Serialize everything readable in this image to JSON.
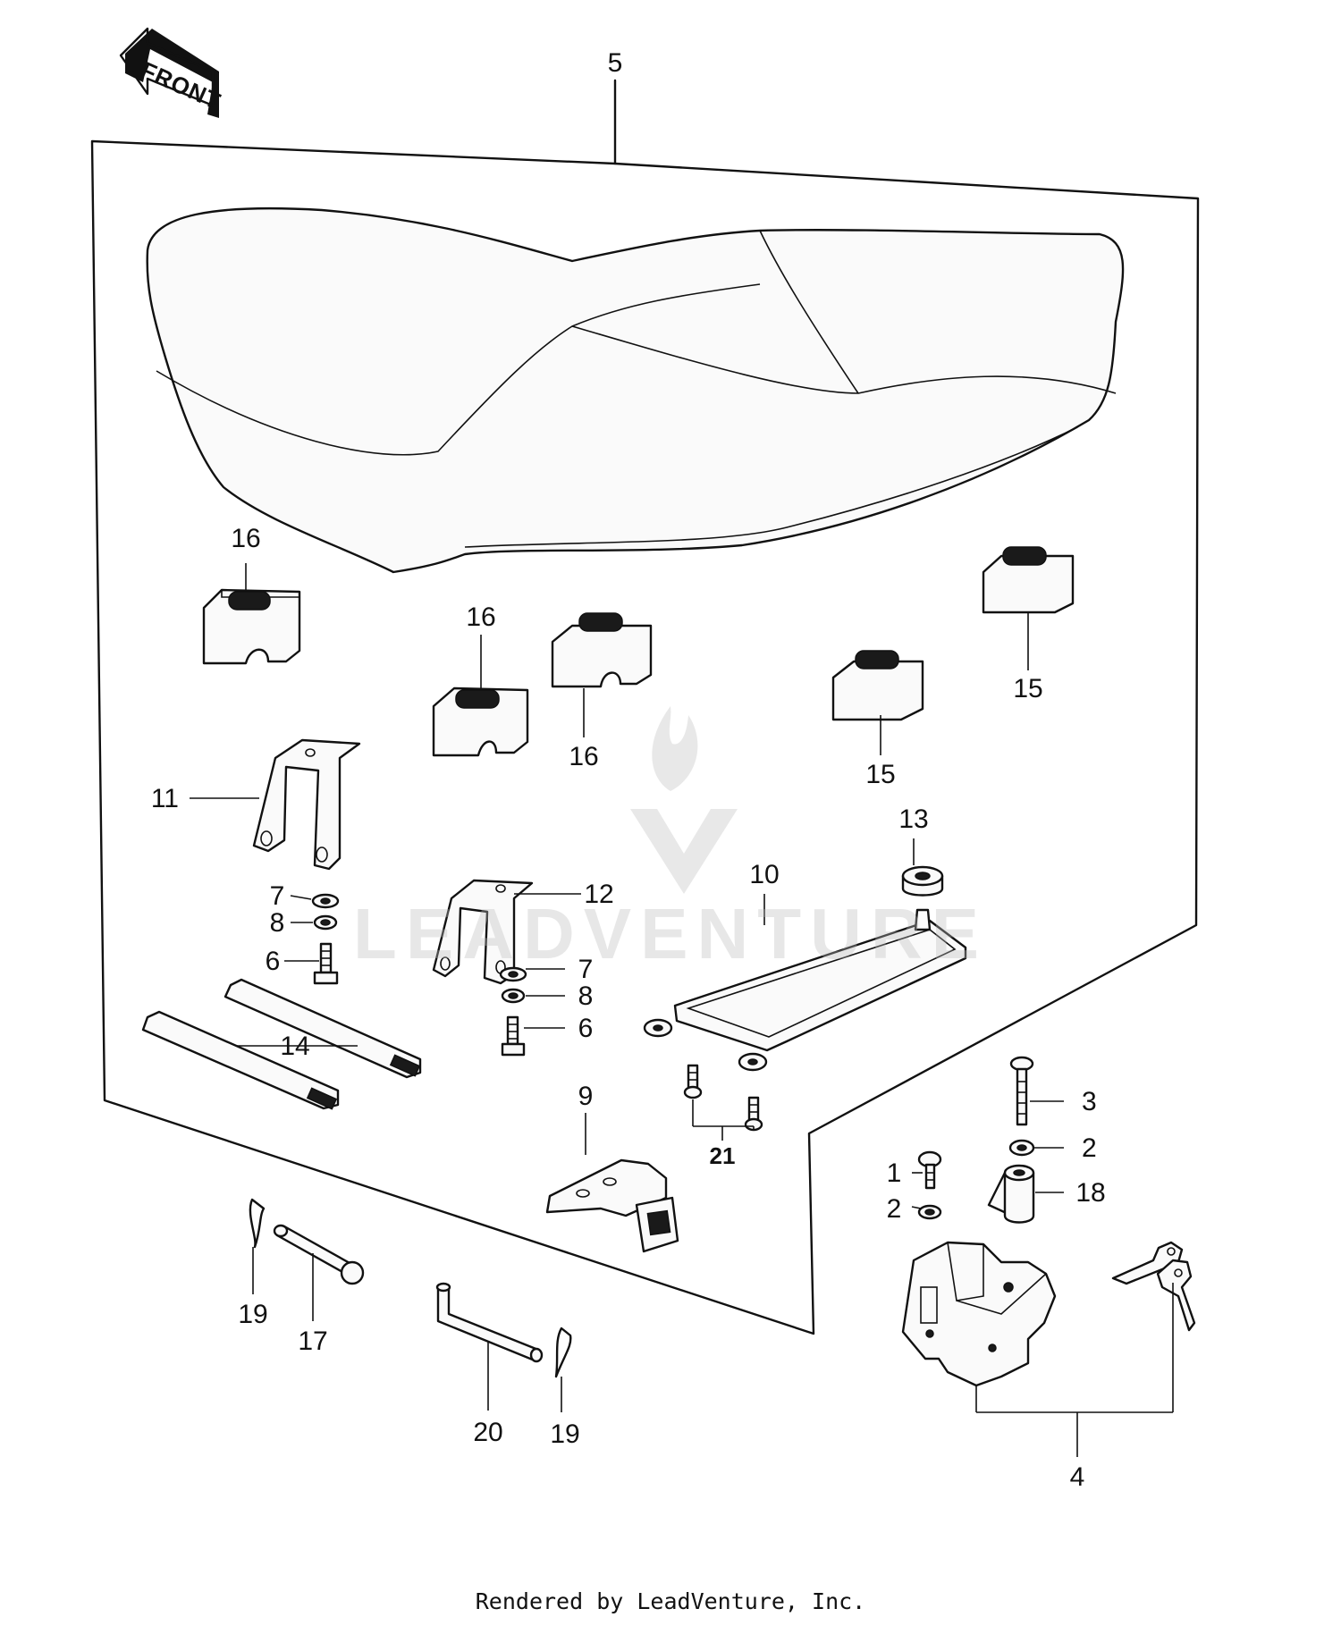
{
  "front_arrow": {
    "label": "FRONT",
    "icon": "front-direction-arrow-icon"
  },
  "callouts": {
    "c1": "1",
    "c2a": "2",
    "c2b": "2",
    "c3": "3",
    "c4": "4",
    "c5": "5",
    "c6a": "6",
    "c6b": "6",
    "c7a": "7",
    "c7b": "7",
    "c8a": "8",
    "c8b": "8",
    "c9": "9",
    "c10": "10",
    "c11": "11",
    "c12": "12",
    "c13": "13",
    "c14": "14",
    "c15a": "15",
    "c15b": "15",
    "c16a": "16",
    "c16b": "16",
    "c16c": "16",
    "c17": "17",
    "c18": "18",
    "c19a": "19",
    "c19b": "19",
    "c20": "20",
    "c21": "21"
  },
  "watermark": {
    "text": "LEADVENTURE",
    "icon": "flame-logo-icon"
  },
  "credit": "Rendered by LeadVenture, Inc.",
  "colors": {
    "ink": "#111111",
    "paper": "#ffffff",
    "watermark": "#bcbcbc"
  }
}
